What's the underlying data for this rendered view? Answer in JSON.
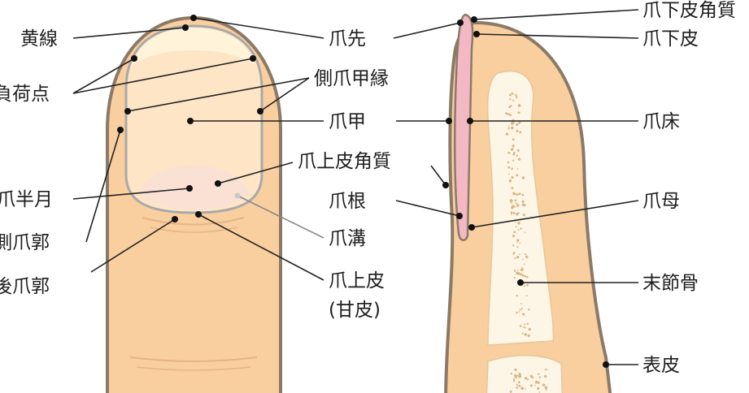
{
  "figure": {
    "colors": {
      "skin": "#f9cf9f",
      "skin_shadow": "#ecb47e",
      "outline": "#8c7a68",
      "nail_plate": "#fde5c6",
      "nail_free_edge": "#fff3d9",
      "lunula": "#fbe0d4",
      "nail_side_view": "#f2b8c4",
      "bone": "#fdf6e6",
      "leader": "#222222"
    },
    "left_view": {
      "labels": {
        "yellow_line": "黄線",
        "stress_point": "負荷点",
        "lateral_nail_margin": "側爪甲縁",
        "nail_plate": "爪甲",
        "eponychium_keratin": "爪上皮角質",
        "lunula": "爪半月",
        "lateral_nail_fold": "側爪郭",
        "proximal_nail_fold": "後爪郭",
        "nail_groove": "爪溝",
        "cuticle": "爪上皮",
        "cuticle_common": "(甘皮)",
        "nail_tip": "爪先",
        "nail_root": "爪根"
      }
    },
    "right_view": {
      "labels": {
        "hyponychium_keratin": "爪下皮角質",
        "hyponychium": "爪下皮",
        "nail_bed": "爪床",
        "nail_matrix": "爪母",
        "distal_phalanx": "末節骨",
        "epidermis": "表皮"
      }
    }
  }
}
